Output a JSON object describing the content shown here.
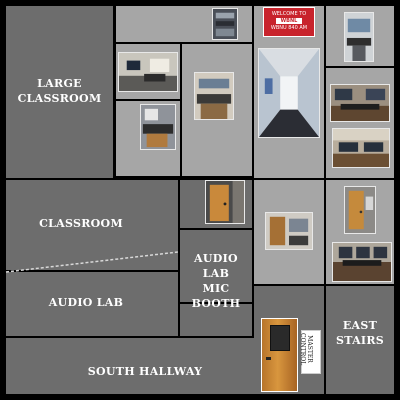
{
  "rooms": {
    "large_classroom": "LARGE\nCLASSROOM",
    "classroom": "CLASSROOM",
    "audio_lab": "AUDIO LAB",
    "audio_lab_mic_booth": "AUDIO LAB\nMIC BOOTH",
    "east_stairs": "EAST\nSTAIRS",
    "south_hallway": "SOUTH HALLWAY"
  },
  "signs": {
    "welcome_line": "WELCOME TO",
    "station_name": "WBNL",
    "station_sub": "WBNU 840 AM",
    "master_control": "MASTER\nCONTROL"
  },
  "colors": {
    "room_dark": "#6d6d6d",
    "room_light": "#a6a6a6",
    "wall": "#000000",
    "sign_red": "#c8232c",
    "door_wood": "#c7863a"
  }
}
